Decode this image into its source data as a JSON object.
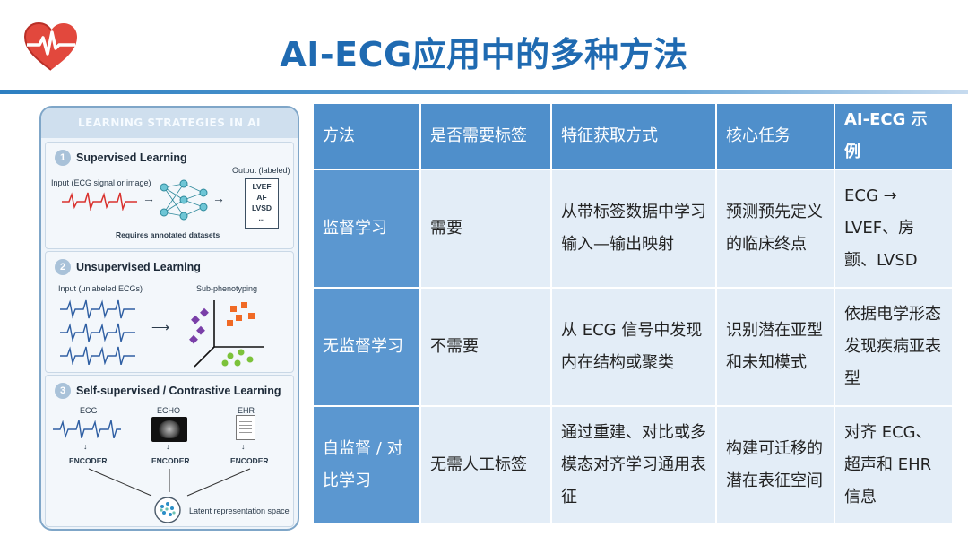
{
  "slide": {
    "title": "AI-ECG应用中的多种方法",
    "logo": "heart-ecg-icon"
  },
  "panel": {
    "header": "LEARNING STRATEGIES IN AI",
    "supervised": {
      "num": "1",
      "title": "Supervised Learning",
      "input": "Input (ECG signal or image)",
      "output": "Output (labeled)",
      "labels": [
        "LVEF",
        "AF",
        "LVSD",
        "..."
      ],
      "note": "Requires annotated datasets"
    },
    "unsupervised": {
      "num": "2",
      "title": "Unsupervised Learning",
      "input": "Input (unlabeled ECGs)",
      "output": "Sub-phenotyping"
    },
    "selfsup": {
      "num": "3",
      "title": "Self-supervised / Contrastive Learning",
      "sources": [
        "ECG",
        "ECHO",
        "EHR"
      ],
      "encoder": "ENCODER",
      "latent": "Latent representation space"
    }
  },
  "table": {
    "headers": [
      "方法",
      "是否需要标签",
      "特征获取方式",
      "核心任务",
      "AI-ECG 示例"
    ],
    "rows": [
      [
        "监督学习",
        "需要",
        "从带标签数据中学习输入—输出映射",
        "预测预先定义的临床终点",
        "ECG → LVEF、房颤、LVSD"
      ],
      [
        "无监督学习",
        "不需要",
        "从 ECG 信号中发现内在结构或聚类",
        "识别潜在亚型和未知模式",
        "依据电学形态发现疾病亚表型"
      ],
      [
        "自监督 / 对比学习",
        "无需人工标签",
        "通过重建、对比或多模态对齐学习通用表征",
        "构建可迁移的潜在表征空间",
        "对齐 ECG、超声和 EHR 信息"
      ]
    ]
  },
  "colors": {
    "title": "#1f6ab1",
    "header_bg": "#4f8fcb",
    "row_head_bg": "#5b97d0",
    "cell_bg": "#e3edf7"
  }
}
